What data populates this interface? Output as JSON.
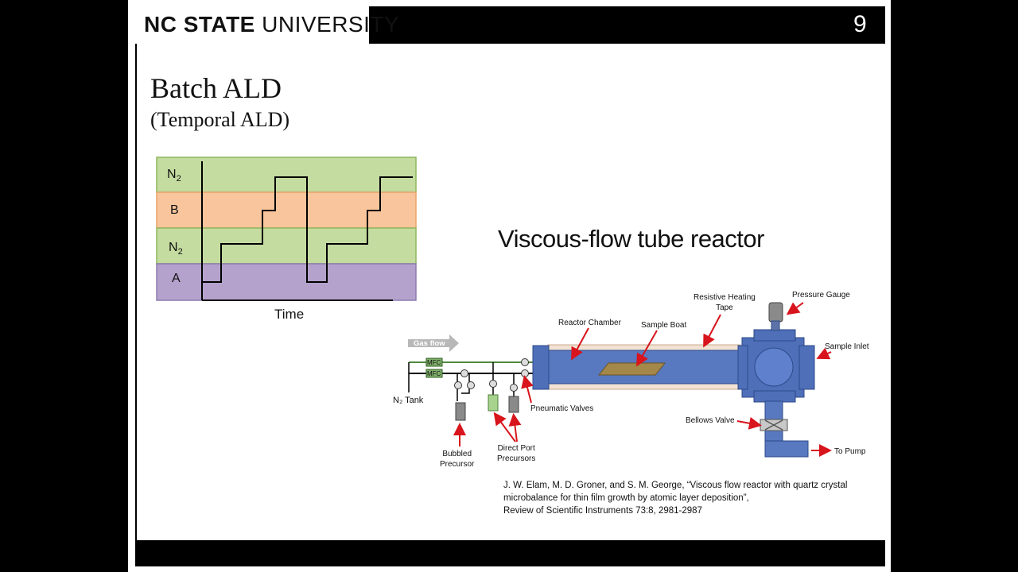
{
  "header": {
    "logo_bold": "NC STATE",
    "logo_light": " UNIVERSITY",
    "page_number": "9"
  },
  "slide": {
    "title": "Batch ALD",
    "subtitle": "(Temporal ALD)",
    "reactor_title": "Viscous-flow tube reactor"
  },
  "pulse_diagram": {
    "rows": [
      "N2",
      "B",
      "N2",
      "A"
    ],
    "row_colors": [
      "#c4dca0",
      "#f8c59c",
      "#c4dca0",
      "#b4a2cc"
    ],
    "x_label": "Time"
  },
  "reactor_diagram": {
    "labels": {
      "gas_flow": "Gas flow",
      "mfc": "MFC",
      "n2_tank": "N₂ Tank",
      "bubbled_precursor_1": "Bubbled",
      "bubbled_precursor_2": "Precursor",
      "direct_port_1": "Direct Port",
      "direct_port_2": "Precursors",
      "pneumatic_valves": "Pneumatic Valves",
      "reactor_chamber": "Reactor Chamber",
      "sample_boat": "Sample Boat",
      "heating_tape_1": "Resistive Heating",
      "heating_tape_2": "Tape",
      "pressure_gauge": "Pressure Gauge",
      "sample_inlet": "Sample Inlet",
      "bellows_valve": "Bellows Valve",
      "to_pump": "To Pump"
    }
  },
  "citation": {
    "line1": "J. W. Elam, M. D. Groner, and S. M. George, “Viscous flow reactor with quartz crystal",
    "line2": "microbalance for thin film growth by atomic layer deposition”,",
    "line3": "Review of Scientific Instruments 73:8, 2981-2987"
  }
}
